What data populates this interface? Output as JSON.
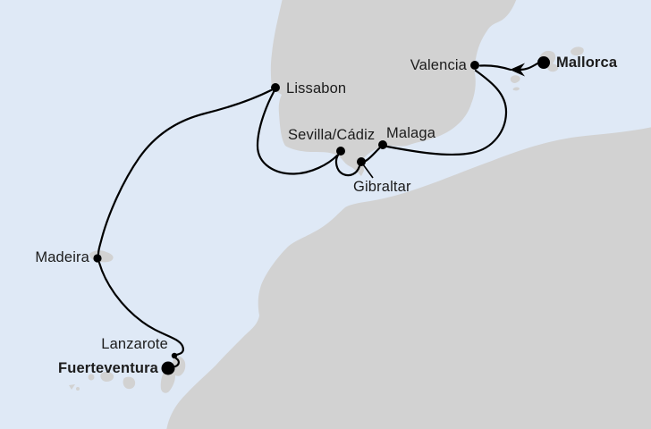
{
  "map": {
    "colors": {
      "sea": "#dfe9f6",
      "land": "#d2d2d2",
      "route_line": "#000000",
      "label_text": "#1c1c1c",
      "port_dot": "#000000"
    },
    "ports": [
      {
        "name": "Mallorca",
        "emphasis": true,
        "role": "start-port"
      },
      {
        "name": "Valencia",
        "emphasis": false,
        "role": "port-of-call"
      },
      {
        "name": "Malaga",
        "emphasis": false,
        "role": "port-of-call"
      },
      {
        "name": "Gibraltar",
        "emphasis": false,
        "role": "port-of-call"
      },
      {
        "name": "Sevilla/Cádiz",
        "emphasis": false,
        "role": "port-of-call"
      },
      {
        "name": "Lissabon",
        "emphasis": false,
        "role": "port-of-call"
      },
      {
        "name": "Madeira",
        "emphasis": false,
        "role": "port-of-call"
      },
      {
        "name": "Lanzarote",
        "emphasis": false,
        "role": "waypoint"
      },
      {
        "name": "Fuerteventura",
        "emphasis": true,
        "role": "end-port"
      }
    ],
    "route": {
      "order": [
        "Mallorca",
        "Valencia",
        "Malaga",
        "Gibraltar",
        "Sevilla/Cádiz",
        "Lissabon",
        "Madeira",
        "Lanzarote",
        "Fuerteventura"
      ],
      "direction_arrow_between": [
        "Mallorca",
        "Valencia"
      ]
    }
  }
}
